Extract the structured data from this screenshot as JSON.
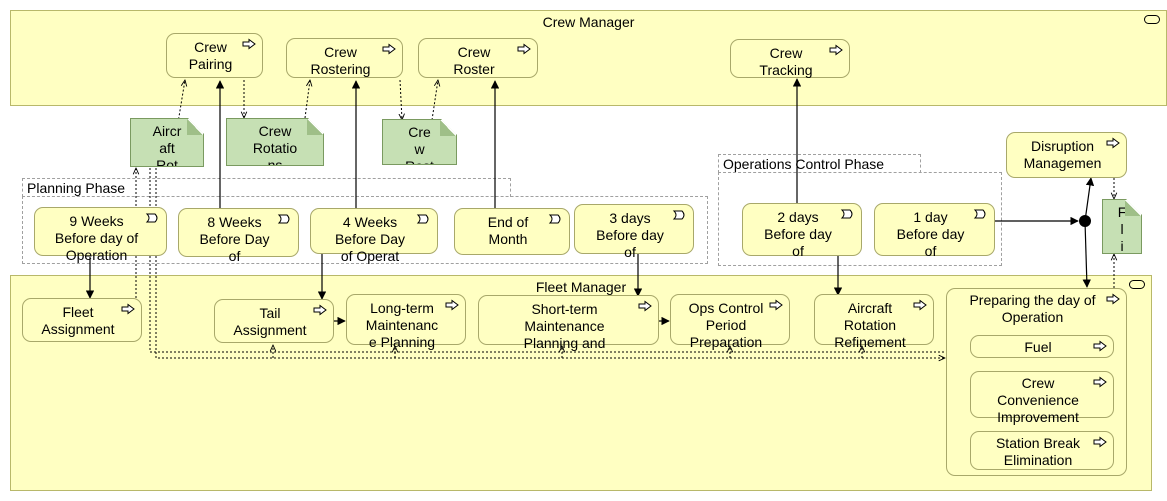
{
  "groups": {
    "crew_manager": "Crew Manager",
    "fleet_manager": "Fleet Manager"
  },
  "phases": {
    "planning": "Planning Phase",
    "operations_control": "Operations Control Phase"
  },
  "crew_functions": {
    "crew_pairing": "Crew\nPairing",
    "crew_rostering": "Crew\nRostering",
    "crew_roster": "Crew\nRoster",
    "crew_tracking": "Crew\nTracking"
  },
  "disruption_management": "Disruption\nManagemen",
  "artifacts": {
    "aircraft_rot": "Aircr\naft\nRot",
    "crew_rotation": "Crew\nRotatio\nns",
    "crew_roster_doc": "Cre\nw\nRost",
    "flight_doc": "F\nl\ni"
  },
  "events": {
    "nine_weeks": "9 Weeks\nBefore day of\nOperation",
    "eight_weeks": "8 Weeks\nBefore Day\nof",
    "four_weeks": "4 Weeks\nBefore Day\nof Operat",
    "end_of_month": "End of\nMonth",
    "three_days": "3 days\nBefore day\nof",
    "two_days": "2 days\nBefore day\nof",
    "one_day": "1 day\nBefore day\nof"
  },
  "fleet_functions": {
    "fleet_assignment": "Fleet\nAssignment",
    "tail_assignment": "Tail\nAssignment",
    "long_term_maintenance": "Long-term\nMaintenanc\ne Planning",
    "short_term_maintenance": "Short-term\nMaintenance\nPlanning and",
    "ops_control_prep": "Ops Control\nPeriod\nPreparation",
    "aircraft_rotation_refinement": "Aircraft\nRotation\nRefinement",
    "preparing_day": "Preparing the day of\nOperation",
    "fuel": "Fuel",
    "crew_convenience": "Crew\nConvenience\nImprovement",
    "station_break": "Station Break\nElimination"
  }
}
